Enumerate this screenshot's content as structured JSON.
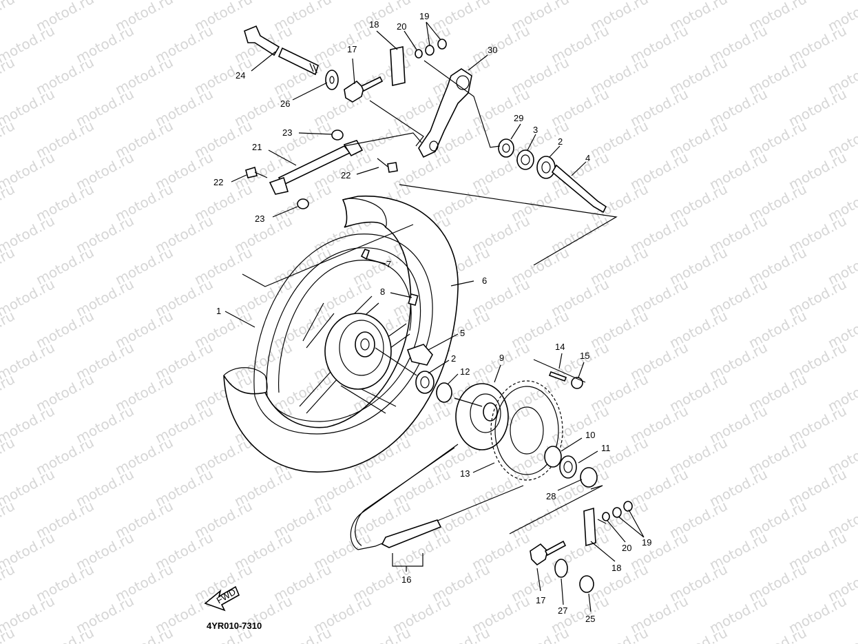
{
  "watermark": "motod.ru",
  "diagram_code": "4YR010-7310",
  "front_arrow_text": "FWD",
  "callouts": [
    {
      "id": "c1",
      "text": "1"
    },
    {
      "id": "c2a",
      "text": "2"
    },
    {
      "id": "c2b",
      "text": "2"
    },
    {
      "id": "c3",
      "text": "3"
    },
    {
      "id": "c4",
      "text": "4"
    },
    {
      "id": "c5",
      "text": "5"
    },
    {
      "id": "c6",
      "text": "6"
    },
    {
      "id": "c7",
      "text": "7"
    },
    {
      "id": "c8",
      "text": "8"
    },
    {
      "id": "c9",
      "text": "9"
    },
    {
      "id": "c10",
      "text": "10"
    },
    {
      "id": "c11",
      "text": "11"
    },
    {
      "id": "c12",
      "text": "12"
    },
    {
      "id": "c13",
      "text": "13"
    },
    {
      "id": "c14",
      "text": "14"
    },
    {
      "id": "c15",
      "text": "15"
    },
    {
      "id": "c16",
      "text": "16"
    },
    {
      "id": "c17a",
      "text": "17"
    },
    {
      "id": "c17b",
      "text": "17"
    },
    {
      "id": "c18a",
      "text": "18"
    },
    {
      "id": "c18b",
      "text": "18"
    },
    {
      "id": "c19a",
      "text": "19"
    },
    {
      "id": "c19b",
      "text": "19"
    },
    {
      "id": "c20a",
      "text": "20"
    },
    {
      "id": "c20b",
      "text": "20"
    },
    {
      "id": "c21",
      "text": "21"
    },
    {
      "id": "c22a",
      "text": "22"
    },
    {
      "id": "c22b",
      "text": "22"
    },
    {
      "id": "c23a",
      "text": "23"
    },
    {
      "id": "c23b",
      "text": "23"
    },
    {
      "id": "c24",
      "text": "24"
    },
    {
      "id": "c25",
      "text": "25"
    },
    {
      "id": "c26",
      "text": "26"
    },
    {
      "id": "c27",
      "text": "27"
    },
    {
      "id": "c28",
      "text": "28"
    },
    {
      "id": "c29",
      "text": "29"
    },
    {
      "id": "c30",
      "text": "30"
    }
  ]
}
